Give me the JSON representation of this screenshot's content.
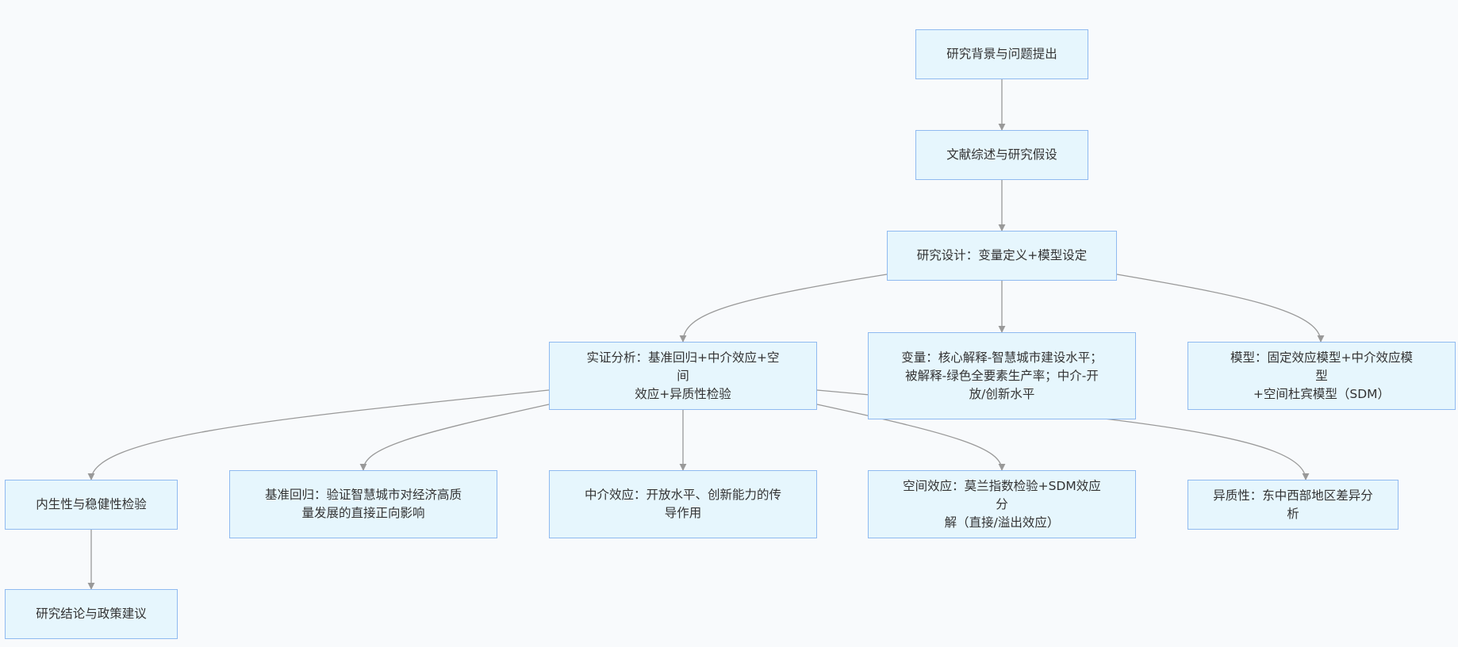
{
  "colors": {
    "background": "#f8fafc",
    "node_fill": "#e6f6fd",
    "node_border": "#8fbaf0",
    "edge": "#999999",
    "text": "#333333"
  },
  "nodes": {
    "background": {
      "lines": [
        "研究背景与问题提出"
      ]
    },
    "literature": {
      "lines": [
        "文献综述与研究假设"
      ]
    },
    "design": {
      "lines": [
        "研究设计：变量定义+模型设定"
      ]
    },
    "empirical": {
      "lines": [
        "实证分析：基准回归+中介效应+空间",
        "效应+异质性检验"
      ]
    },
    "variables": {
      "lines": [
        "变量：核心解释-智慧城市建设水平；",
        "被解释-绿色全要素生产率；中介-开",
        "放/创新水平"
      ]
    },
    "models": {
      "lines": [
        "模型：固定效应模型+中介效应模型",
        "+空间杜宾模型（SDM）"
      ]
    },
    "robustness": {
      "lines": [
        "内生性与稳健性检验"
      ]
    },
    "baseline": {
      "lines": [
        "基准回归：验证智慧城市对经济高质",
        "量发展的直接正向影响"
      ]
    },
    "mediation": {
      "lines": [
        "中介效应：开放水平、创新能力的传",
        "导作用"
      ]
    },
    "spatial": {
      "lines": [
        "空间效应：莫兰指数检验+SDM效应分",
        "解（直接/溢出效应）"
      ]
    },
    "heterogeneity": {
      "lines": [
        "异质性：东中西部地区差异分析"
      ]
    },
    "conclusion": {
      "lines": [
        "研究结论与政策建议"
      ]
    }
  },
  "edges": [
    {
      "from": "background",
      "to": "literature"
    },
    {
      "from": "literature",
      "to": "design"
    },
    {
      "from": "design",
      "to": "empirical"
    },
    {
      "from": "design",
      "to": "variables"
    },
    {
      "from": "design",
      "to": "models"
    },
    {
      "from": "empirical",
      "to": "robustness"
    },
    {
      "from": "empirical",
      "to": "baseline"
    },
    {
      "from": "empirical",
      "to": "mediation"
    },
    {
      "from": "empirical",
      "to": "spatial"
    },
    {
      "from": "empirical",
      "to": "heterogeneity"
    },
    {
      "from": "robustness",
      "to": "conclusion"
    }
  ]
}
